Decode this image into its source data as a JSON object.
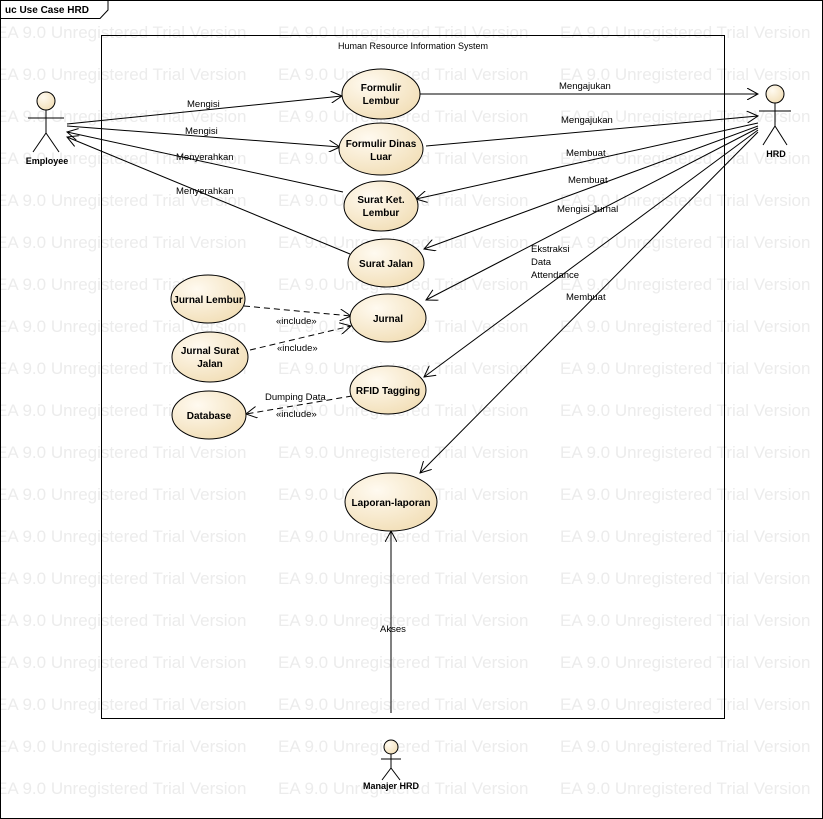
{
  "frame": {
    "title": "uc Use Case HRD"
  },
  "watermark": {
    "text": "EA 9.0 Unregistered Trial Version"
  },
  "system": {
    "title": "Human Resource Information System"
  },
  "actors": {
    "employee": "Employee",
    "hrd": "HRD",
    "manajer": "Manajer HRD"
  },
  "usecases": {
    "formulir_lembur": [
      "Formulir",
      "Lembur"
    ],
    "formulir_dinas_luar": [
      "Formulir Dinas",
      "Luar"
    ],
    "surat_ket_lembur": [
      "Surat Ket.",
      "Lembur"
    ],
    "surat_jalan": [
      "Surat Jalan"
    ],
    "jurnal": [
      "Jurnal"
    ],
    "jurnal_lembur": [
      "Jurnal Lembur"
    ],
    "jurnal_surat_jalan": [
      "Jurnal Surat",
      "Jalan"
    ],
    "database": [
      "Database"
    ],
    "rfid_tagging": [
      "RFID Tagging"
    ],
    "laporan": [
      "Laporan-laporan"
    ]
  },
  "labels": {
    "emp_formulir_lembur": "Mengisi",
    "emp_formulir_dinas": "Mengisi",
    "ket_lembur_emp": "Menyerahkan",
    "surat_jalan_emp": "Menyerahkan",
    "formulir_lembur_hrd": "Mengajukan",
    "formulir_dinas_hrd": "Mengajukan",
    "hrd_ket_lembur": "Membuat",
    "hrd_surat_jalan": "Membuat",
    "hrd_jurnal": "Mengisi Jurnal",
    "hrd_rfid": [
      "Ekstraksi",
      "Data",
      "Attendance"
    ],
    "hrd_laporan": "Membuat",
    "include_jurnal_lembur": "«include»",
    "include_jurnal_surat_jalan": "«include»",
    "dumping_data": "Dumping Data",
    "include_database": "«include»",
    "manajer_laporan": "Akses"
  }
}
